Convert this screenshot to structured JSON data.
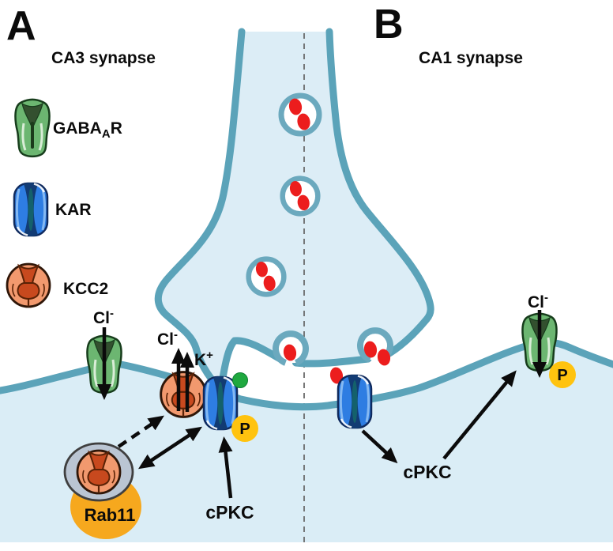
{
  "panels": {
    "a": {
      "label": "A",
      "title": "CA3 synapse"
    },
    "b": {
      "label": "B",
      "title": "CA1 synapse"
    }
  },
  "legend": {
    "gabaar": {
      "pre": "GABA",
      "sub": "A",
      "post": "R"
    },
    "kar": "KAR",
    "kcc2": "KCC2"
  },
  "ions": {
    "chloride": {
      "base": "Cl",
      "sup": "-"
    },
    "potassium": {
      "base": "K",
      "sup": "+"
    }
  },
  "molecules": {
    "cpkc": "cPKC",
    "rab11": "Rab11",
    "phospho": "P"
  },
  "colors": {
    "membrane_teal": "#5BA3B9",
    "cytosol_blue": "#DAEDF6",
    "vesicle_red": "#EC1D1D",
    "gabaar_green": "#6CB671",
    "kar_blue": "#2E7DE2",
    "kcc2_orange": "#F2996E",
    "kcc2_inner": "#C8491E",
    "phospho_yellow": "#FFC30F",
    "rab11_gold": "#F6A81E",
    "endosome_gray": "#BAC5D3",
    "agonist_green": "#1FA83F"
  }
}
